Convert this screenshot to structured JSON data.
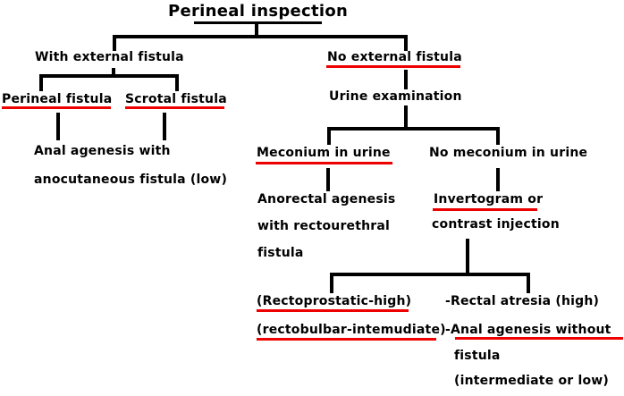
{
  "diagram": {
    "title": "Perineal inspection",
    "colors": {
      "background": "#ffffff",
      "text": "#000000",
      "connector": "#000000",
      "underline": "#ee0000"
    },
    "nodes": {
      "with_external": "With external fistula",
      "no_external": "No external fistula",
      "perineal_fistula": "Perineal fistula",
      "scrotal_fistula": "Scrotal fistula",
      "anal_agenesis_line1": "Anal agenesis with",
      "anal_agenesis_line2": "anocutaneous fistula (low)",
      "urine_examination": "Urine examination",
      "meconium_in_urine": "Meconium in urine",
      "no_meconium_in_urine": "No meconium in urine",
      "anorectal_line1": "Anorectal agenesis",
      "anorectal_line2": "with rectourethral",
      "anorectal_line3": "fistula",
      "invertogram_line1": "Invertogram or",
      "invertogram_line2": "contrast injection",
      "rectoprostatic": "(Rectoprostatic-high)",
      "rectobulbar": "(rectobulbar-intemudiate)",
      "rectal_atresia": "-Rectal atresia (high)",
      "anal_without_line1": "-Anal agenesis without",
      "anal_without_line2": "fistula",
      "anal_without_line3": "(intermediate or low)"
    }
  }
}
